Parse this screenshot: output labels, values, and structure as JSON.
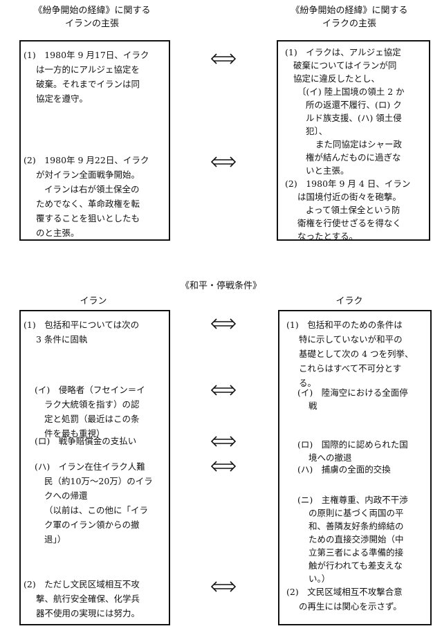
{
  "section1": {
    "iran_header": [
      "《紛争開始の経緯》に関する",
      "イランの主張"
    ],
    "iraq_header": [
      "《紛争開始の経緯》に関する",
      "イラクの主張"
    ],
    "iran_box": [
      "(1)　1980年 9 月17日、イラク",
      "は一方的にアルジェ協定を",
      "破棄。それまでイランは同",
      "協定を遵守。",
      "(2)　1980年 9 月22日、イラク",
      "が対イラン全面戦争開始。",
      "イランは右が領土保全の",
      "ためでなく、革命政権を転",
      "覆することを狙いとしたも",
      "のと主張。"
    ],
    "iraq_box": [
      "(1)　イラクは、アルジェ協定",
      "破棄についてはイランが同",
      "協定に違反したとし、",
      "〔(イ) 陸上国境の領土 2 か",
      "所の返還不履行、(ロ) ク",
      "ルド族支援、(ハ) 領土侵",
      "犯〕、",
      "また同協定はシャー政",
      "権が結んだものに過ぎな",
      "いと主張。",
      "(2)　1980年 9 月 4 日、イラン",
      "は国境付近の街々を砲撃。",
      "よって領土保全という防",
      "衛権を行使せざるを得なく",
      "なったとする。"
    ]
  },
  "section2": {
    "title": "《和平・停戦条件》",
    "iran_header": "イラン",
    "iraq_header": "イラク",
    "iran_box": [
      "(1)　包括和平については次の",
      "3 条件に固執",
      "(イ)　侵略者（フセイン＝イ",
      "ラク大統領を指す）の認",
      "定と処罰（最近はこの条",
      "件を最も重視）",
      "(ロ)　戦争賠償金の支払い",
      "(ハ)　イラン在住イラク人難",
      "民（約10万～20万）のイラ",
      "クへの帰還",
      "（以前は、この他に「イラ",
      "ク軍のイラン領からの撤",
      "退」）",
      "(2)　ただし文民区域相互不攻",
      "撃、航行安全確保、化学兵",
      "器不使用の実現には努力。"
    ],
    "iraq_box": [
      "(1)　包括和平のための条件は",
      "特に示していないが和平の",
      "基礎として次の 4 つを列挙、",
      "これらはすべて不可分とす",
      "る。",
      "(イ)　陸海空における全面停",
      "戦",
      "(ロ)　国際的に認められた国",
      "境への撤退",
      "(ハ)　捕虜の全面的交換",
      "(ニ)　主権尊重、内政不干渉",
      "の原則に基づく両国の平",
      "和、善隣友好条約締結の",
      "ための直接交渉開始（中",
      "立第三者による準備的接",
      "触が行われても差支えな",
      "い。）",
      "(2)　文民区域相互不攻撃合意",
      "の再生には関心を示さず。"
    ]
  }
}
